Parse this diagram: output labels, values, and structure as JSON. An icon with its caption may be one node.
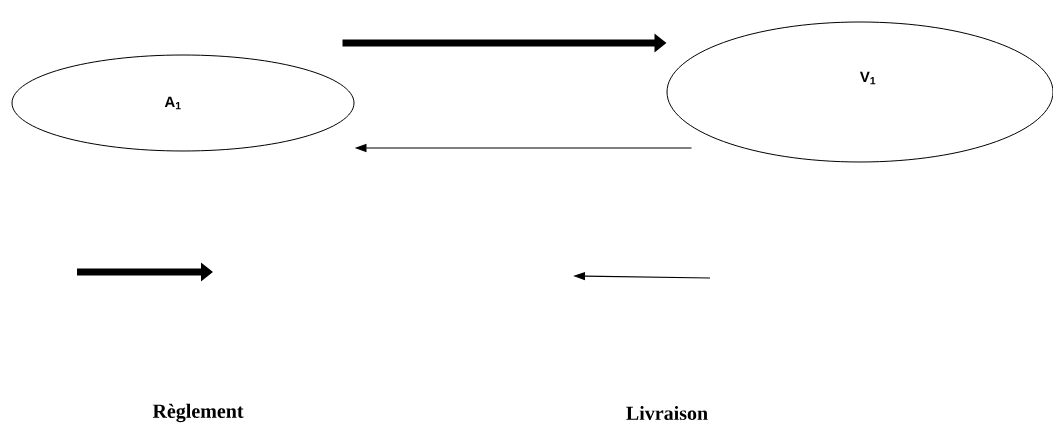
{
  "diagram": {
    "nodes": [
      {
        "text": [
          "A$_{1}$"
        ]
      },
      {
        "text": [
          "V$_{1}$"
        ]
      }
    ],
    "edges": [
      {
        "from": 0,
        "to": 1,
        "arrow": "to",
        "style": "thick"
      },
      {
        "from": 1,
        "to": 0,
        "arrow": "to"
      }
    ],
    "legend": [
      {
        "text": "Règlement"
      },
      {
        "text": "Livraison"
      }
    ]
  }
}
